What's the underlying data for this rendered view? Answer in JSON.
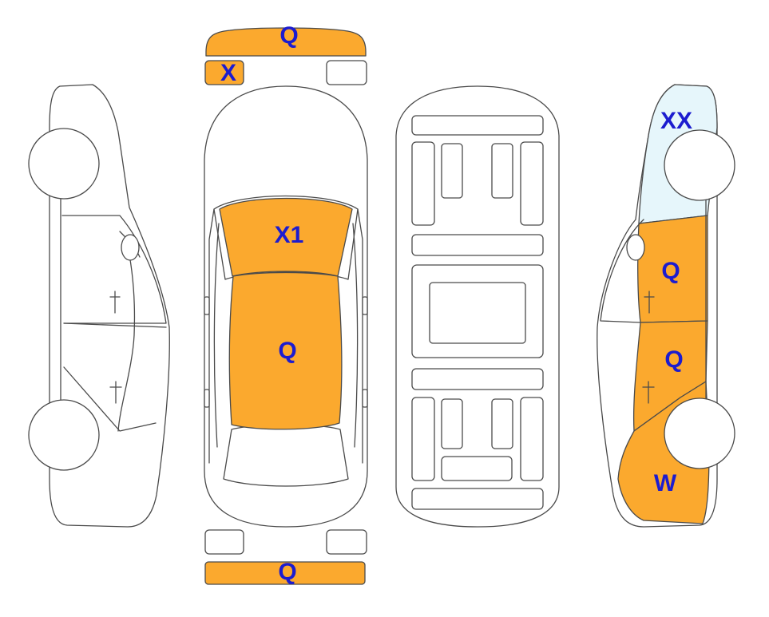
{
  "colors": {
    "damage": "#FBA92E",
    "damage_light": "#E6F6FB",
    "label": "#1C1CCF",
    "outline": "#4A4A4A"
  },
  "panels": {
    "front_bumper": {
      "label": "Q",
      "status": "damaged"
    },
    "front_left_fog_light": {
      "label": "X",
      "status": "damaged"
    },
    "front_right_fog_light": {
      "label": "",
      "status": "none"
    },
    "hood": {
      "label": "X1",
      "status": "damaged"
    },
    "roof": {
      "label": "Q",
      "status": "damaged"
    },
    "rear_bumper": {
      "label": "Q",
      "status": "damaged"
    },
    "right_front_fender": {
      "label": "XX",
      "status": "minor"
    },
    "right_front_door": {
      "label": "Q",
      "status": "damaged"
    },
    "right_rear_door": {
      "label": "Q",
      "status": "damaged"
    },
    "right_rear_quarter": {
      "label": "W",
      "status": "damaged"
    }
  }
}
